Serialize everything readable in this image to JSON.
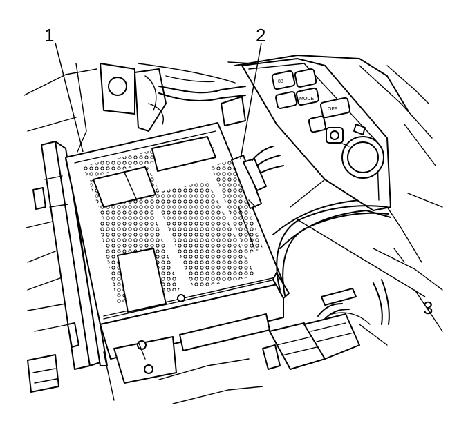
{
  "callouts": [
    {
      "id": "1",
      "label": "1"
    },
    {
      "id": "2",
      "label": "2"
    },
    {
      "id": "3",
      "label": "3"
    }
  ],
  "panel_buttons": [
    "88",
    "MODE",
    "OFF"
  ]
}
